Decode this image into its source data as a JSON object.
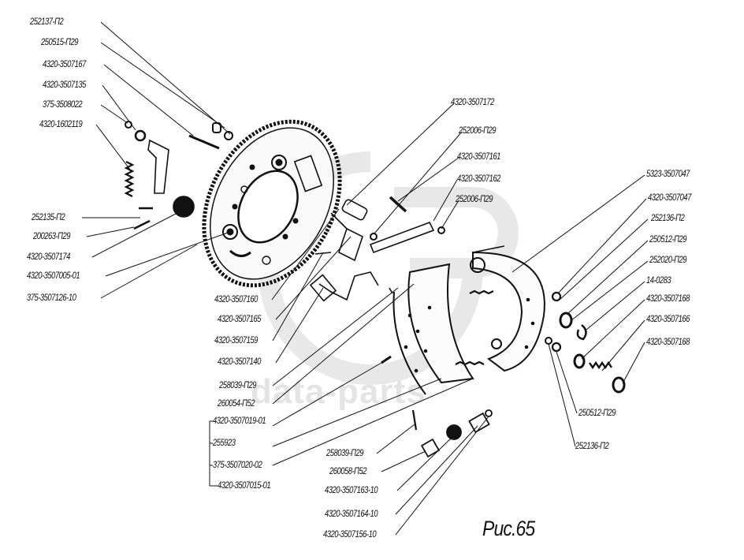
{
  "figure": {
    "caption": "Рис.65",
    "watermark": "data-parts"
  },
  "labels": [
    "252137-П2",
    "250515-П29",
    "4320-3507167",
    "4320-3507135",
    "375-3508022",
    "4320-1602119",
    "252135-П2",
    "200263-П29",
    "4320-3507174",
    "4320-3507005-01",
    "375-3507126-10",
    "4320-3507172",
    "252006-П29",
    "4320-3507161",
    "4320-3507162",
    "252006-П29",
    "4320-3507160",
    "4320-3507165",
    "4320-3507159",
    "4320-3507140",
    "258039-П29",
    "260054-П52",
    "4320-3507019-01",
    "255923",
    "375-3507020-02",
    "4320-3507015-01",
    "5323-3507047",
    "4320-3507047",
    "252136-П2",
    "250512-П29",
    "252020-П29",
    "14-0283",
    "4320-3507168",
    "4320-3507166",
    "4320-3507168",
    "250512-П29",
    "252136-П2",
    "258039-П29",
    "260058-П52",
    "4320-3507163-10",
    "4320-3507164-10",
    "4320-3507156-10"
  ]
}
